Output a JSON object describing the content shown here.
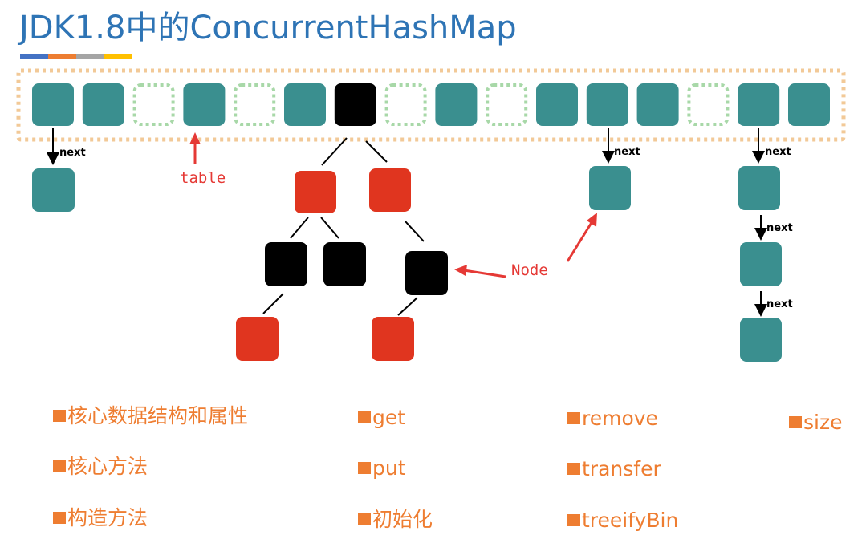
{
  "title": "JDK1.8中的ConcurrentHashMap",
  "accent_colors": [
    "#4472c4",
    "#ed7d31",
    "#a5a5a5",
    "#ffc000"
  ],
  "node_colors": {
    "teal": "#3a8f8f",
    "red": "#e0351f",
    "black": "#000000",
    "empty_dashed": "#a8d8a8",
    "table_border": "#f2c997"
  },
  "table": {
    "label": "table",
    "slots": [
      "teal",
      "teal",
      "empty",
      "teal",
      "empty",
      "teal",
      "black",
      "empty",
      "teal",
      "empty",
      "teal",
      "teal",
      "teal",
      "empty",
      "teal",
      "teal"
    ]
  },
  "labels": {
    "next": "next",
    "node": "Node"
  },
  "tree_nodes": [
    "red",
    "red",
    "black",
    "black",
    "black",
    "red",
    "red"
  ],
  "menu": [
    {
      "text": "核心数据结构和属性"
    },
    {
      "text": "核心方法"
    },
    {
      "text": "构造方法"
    },
    {
      "text": "get"
    },
    {
      "text": "put"
    },
    {
      "text": "初始化"
    },
    {
      "text": "remove"
    },
    {
      "text": "transfer"
    },
    {
      "text": "treeifyBin"
    },
    {
      "text": "size"
    }
  ]
}
